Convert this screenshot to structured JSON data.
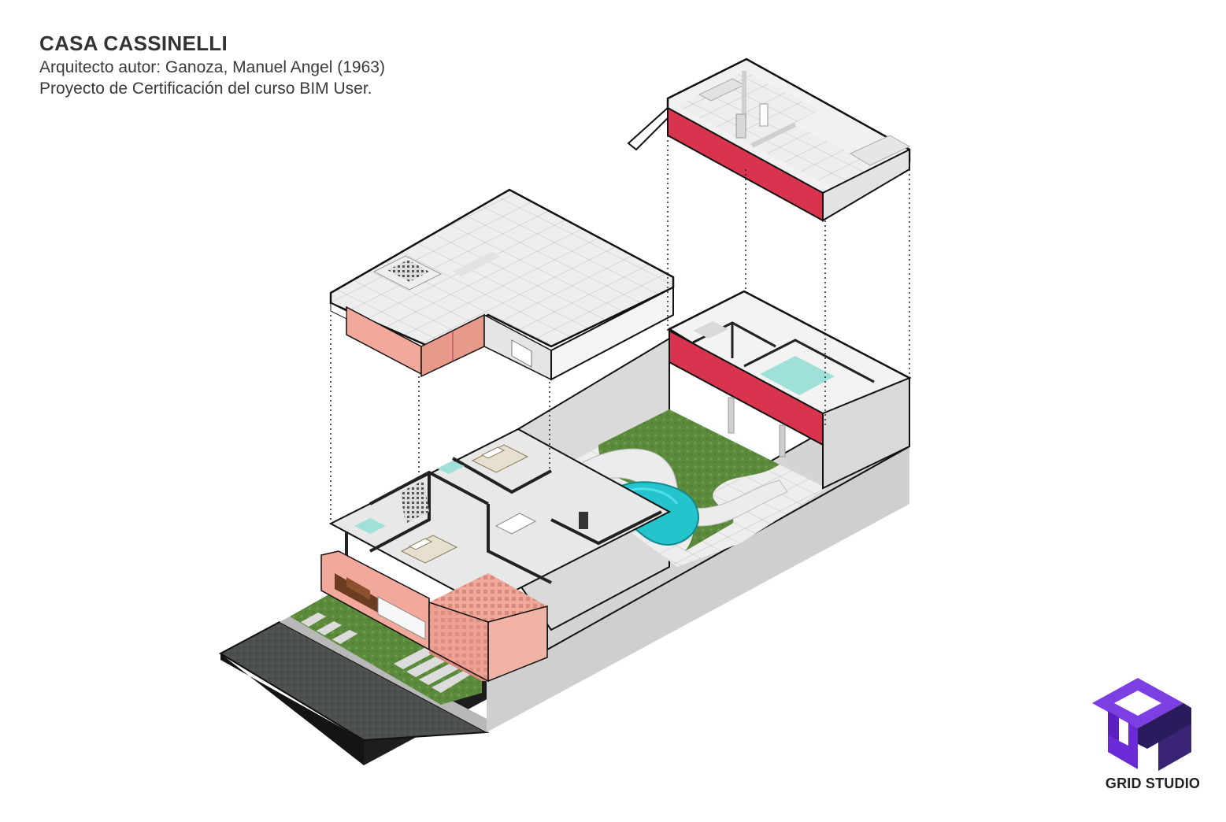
{
  "header": {
    "title": "CASA CASSINELLI",
    "author_line": "Arquitecto autor: Ganoza, Manuel Angel (1963)",
    "project_line": "Proyecto de Certificación del curso BIM User."
  },
  "brand": {
    "name": "GRID STUDIO",
    "logo_icon": "grid-studio-cube-logo"
  },
  "drawing": {
    "type": "exploded isometric axonometric",
    "parts": [
      "front-roof-slab",
      "rear-upper-floor",
      "ground-floor-plan",
      "street-and-sidewalk",
      "garden",
      "pool"
    ]
  },
  "colors": {
    "accent_red": "#d8344e",
    "accent_pink": "#f2a99b",
    "lawn_green": "#5c8a3c",
    "pool_cyan": "#25c4cc",
    "logo_purple": "#6a2bd6",
    "logo_dark": "#2b1a5c",
    "outline": "#111111"
  }
}
